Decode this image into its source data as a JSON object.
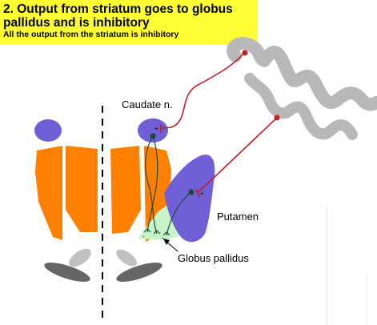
{
  "title": {
    "line1": "2. Output from striatum goes to globus",
    "line2": "pallidus and is inhibitory",
    "subtitle": "All the output from the striatum is inhibitory"
  },
  "labels": {
    "caudate": "Caudate n.",
    "putamen": "Putamen",
    "globus_pallidus": "Globus pallidus"
  },
  "synapse_signs": {
    "excitatory": "+",
    "inhibitory": "-"
  },
  "colors": {
    "title_background": "#ffff33",
    "caudate_putamen": "#7060d8",
    "thalamus": "#ff8000",
    "globus_pallidus": "#c8f5c8",
    "cortex": "#b8b8b8",
    "cortical_axon": "#c0202a",
    "striatal_neuron": "#1a4a3a",
    "lower_structures_dark": "#666666",
    "lower_structures_light": "#c0c0c0"
  }
}
